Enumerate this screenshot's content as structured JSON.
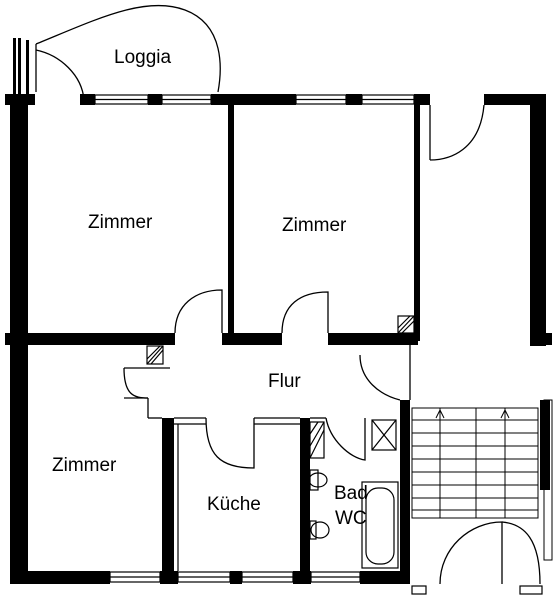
{
  "floorplan": {
    "rooms": {
      "loggia": "Loggia",
      "zimmer_top_left": "Zimmer",
      "zimmer_top_right": "Zimmer",
      "flur": "Flur",
      "zimmer_bottom_left": "Zimmer",
      "kueche": "Küche",
      "bad_line1": "Bad",
      "bad_line2": "WC"
    },
    "colors": {
      "wall": "#000000",
      "background": "#ffffff",
      "line": "#000000"
    }
  }
}
